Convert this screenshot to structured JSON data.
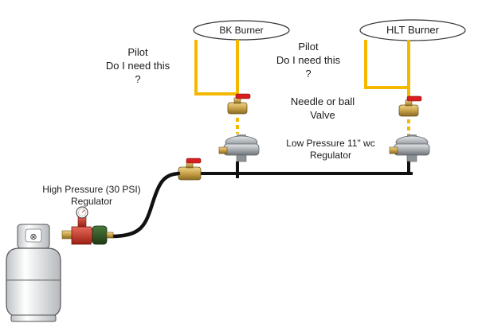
{
  "labels": {
    "bk_burner": "BK Burner",
    "hlt_burner": "HLT Burner",
    "pilot_left": {
      "line1": "Pilot",
      "line2": "Do I need this",
      "line3": "?"
    },
    "pilot_right": {
      "line1": "Pilot",
      "line2": "Do I need this",
      "line3": "?"
    },
    "needle_valve": {
      "line1": "Needle or ball",
      "line2": "Valve"
    },
    "low_regulator": {
      "line1": "Low Pressure 11\" wc",
      "line2": "Regulator"
    },
    "high_regulator": {
      "line1": "High Pressure (30 PSI)",
      "line2": "Regulator"
    }
  },
  "colors": {
    "gas_line": "#f5b800",
    "pipe": "#111111",
    "valve_handle": "#d81e1e",
    "brass": "#c9a24a",
    "regulator": "#9aa0a6",
    "high_regulator": "#c0392b"
  },
  "icons": [
    "propane-tank-icon",
    "high-pressure-regulator-icon",
    "ball-valve-icon",
    "low-pressure-regulator-icon"
  ]
}
